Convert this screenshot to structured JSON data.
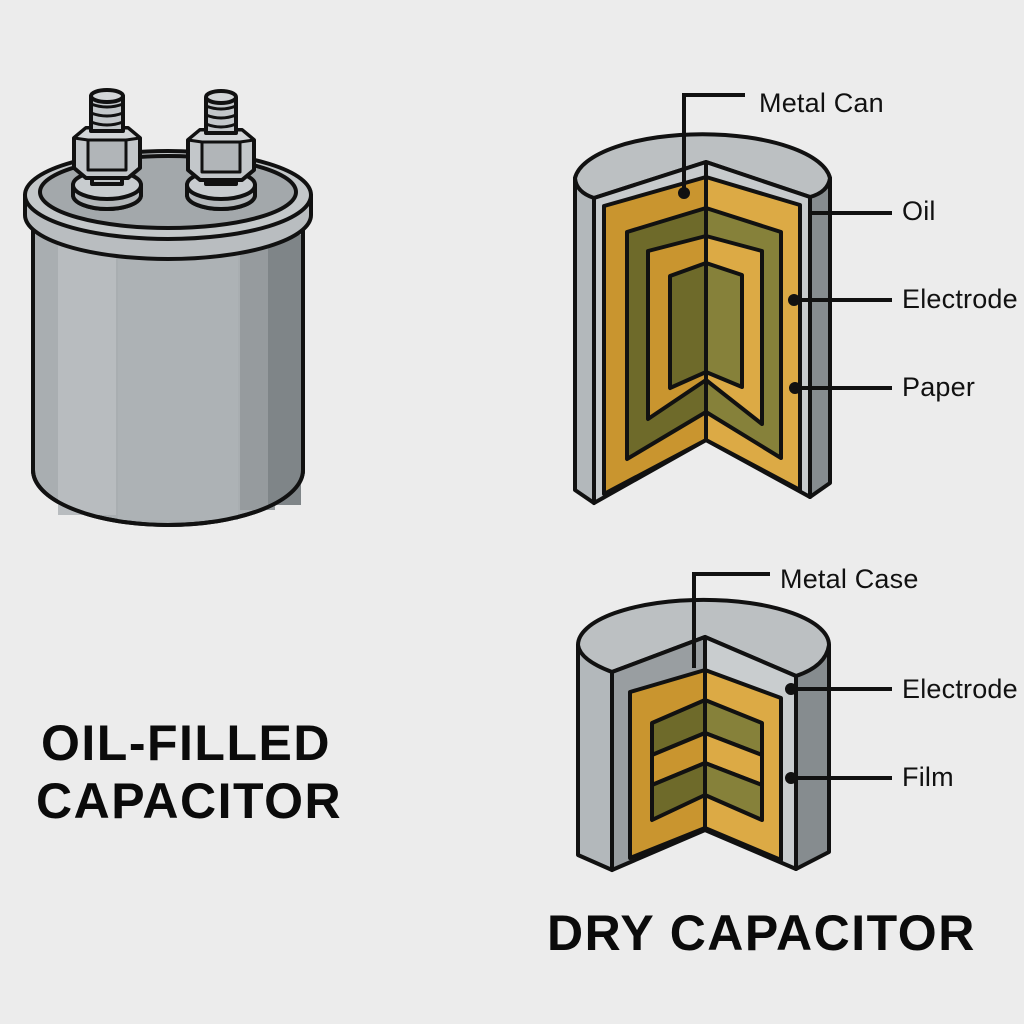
{
  "oil_filled": {
    "title_line1": "OIL-FILLED",
    "title_line2": "CAPACITOR",
    "labels": [
      "Metal Can",
      "Oil",
      "Electrode",
      "Paper"
    ]
  },
  "dry": {
    "title": "DRY CAPACITOR",
    "labels": [
      "Metal Case",
      "Electrode",
      "Film"
    ]
  },
  "colors": {
    "background": "#ececec",
    "metal_light": "#c2c6c8",
    "metal_mid": "#a8adb0",
    "metal_dark": "#7d8386",
    "paper_gold": "#d9a640",
    "electrode_olive": "#807b34",
    "outline": "#111111"
  }
}
